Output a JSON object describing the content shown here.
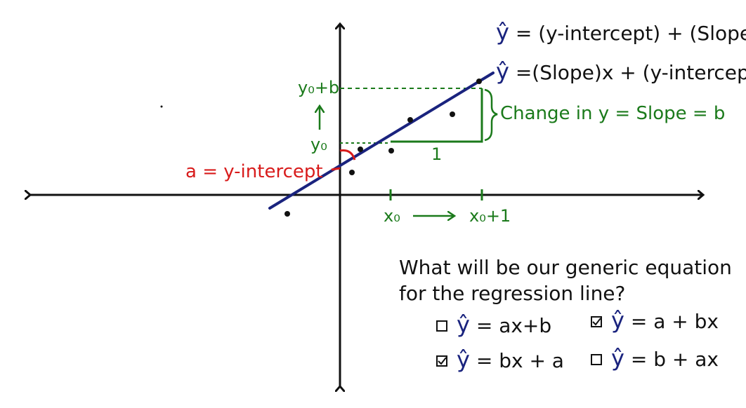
{
  "equations": {
    "eq1": {
      "hat": "ŷ",
      "text": " = (y-intercept) + (Slope)x"
    },
    "eq2": {
      "hat": "ŷ",
      "text": " =(Slope)x + (y-intercept)"
    }
  },
  "labels": {
    "y0_plus_b": "y₀+b",
    "y0": "y₀",
    "up_arrow": "↑",
    "change_in_y": "Change in y = Slope = b",
    "run": "1",
    "intercept": "a = y-intercept",
    "x0": "x₀",
    "x0_plus_1": "x₀+1"
  },
  "question": {
    "line1": "What will be our generic equation",
    "line2": "for the regression line?"
  },
  "options": [
    {
      "hat": "ŷ",
      "text": " = ax+b",
      "checked": false
    },
    {
      "hat": "ŷ",
      "text": " = a + bx",
      "checked": true
    },
    {
      "hat": "ŷ",
      "text": " = bx + a",
      "checked": true
    },
    {
      "hat": "ŷ",
      "text": " = b + ax",
      "checked": false
    }
  ],
  "colors": {
    "regression_line": "#1a237e",
    "annotation": "#1b7a1b",
    "intercept": "#d81b1b",
    "axes": "#111111"
  }
}
